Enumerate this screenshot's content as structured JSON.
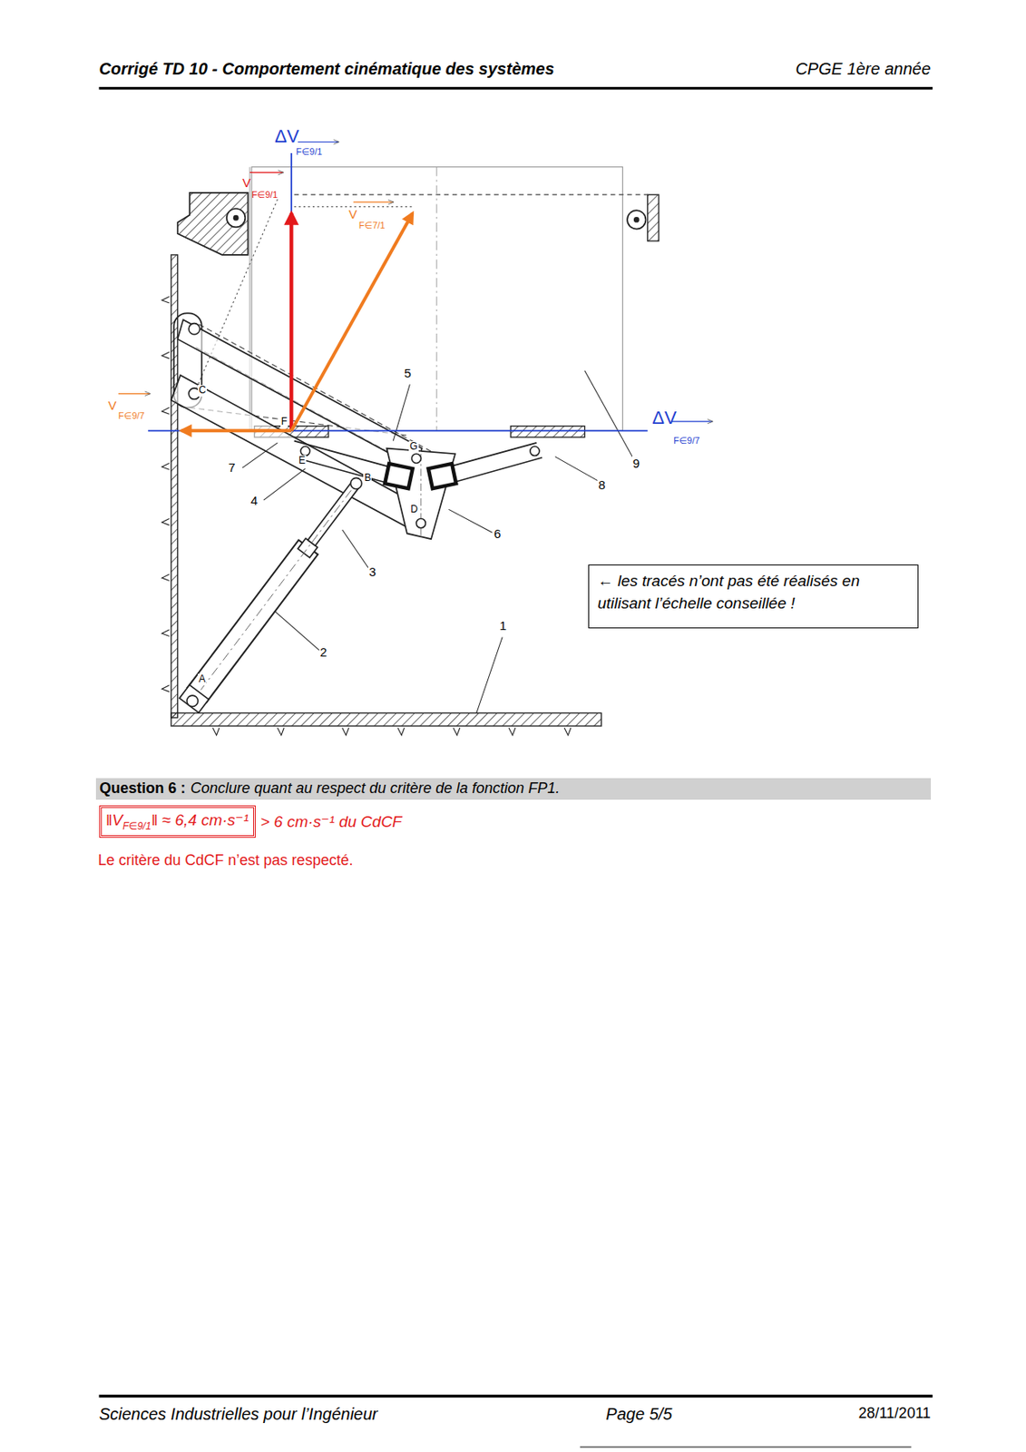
{
  "diagram": {
    "title": "Corrigé TD 10 - Comportement cinématique des systèmes",
    "nodes": [
      {
        "text": [
          "← les tracés n’ont pas été réalisés en utilisant l’échelle conseillée !"
        ]
      },
      {
        "text": [
          "Question 6 :",
          "Conclure quant au respect du critère de la fonction FP1."
        ]
      },
      {
        "text": [
          "‖V",
          "F∈9/1",
          "‖ ≈ 6,4 cm·s⁻¹"
        ]
      }
    ],
    "labels": [
      "CPGE 1ère année",
      "ΔV",
      "F∈9/1",
      "V",
      "F∈9/1",
      "V",
      "F∈7/1",
      "V",
      "F∈9/7",
      "ΔV",
      "F∈9/7",
      "5",
      "9",
      "7",
      "8",
      "4",
      "6",
      "3",
      "2",
      "1",
      "A",
      "B",
      "C",
      "D",
      "E",
      "F",
      "G",
      "> 6 cm·s⁻¹ du CdCF",
      "Le critère du CdCF n’est pas respecté.",
      "Sciences Industrielles pour l’Ingénieur",
      "Page 5/5",
      "28/11/2011"
    ]
  }
}
